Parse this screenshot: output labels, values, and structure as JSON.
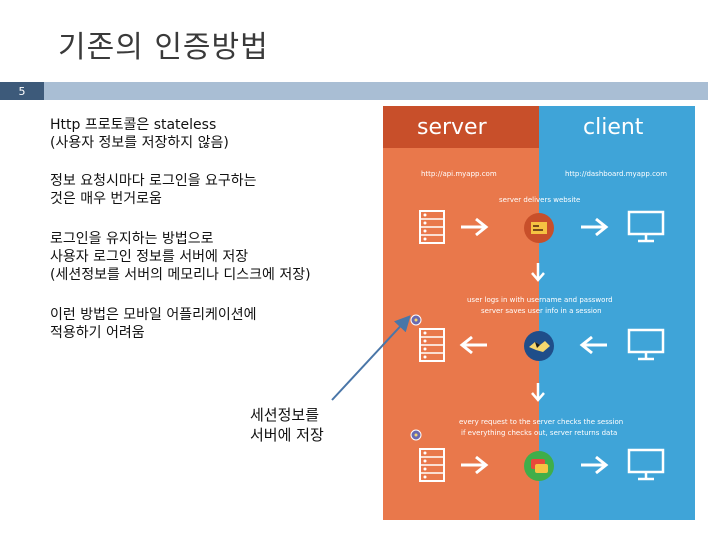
{
  "slide": {
    "title": "기존의 인증방법",
    "number": "5"
  },
  "bullets": [
    {
      "lines": [
        "Http 프로토콜은 stateless",
        "(사용자 정보를 저장하지 않음)"
      ]
    },
    {
      "lines": [
        "정보 요청시마다 로그인을 요구하는",
        "것은 매우 번거로움"
      ]
    },
    {
      "lines": [
        "로그인을 유지하는 방법으로",
        "사용자 로그인 정보를 서버에 저장",
        "(세션정보를 서버의 메모리나 디스크에 저장)"
      ]
    },
    {
      "lines": [
        "이런 방법은 모바일 어플리케이션에",
        "적용하기 어려움"
      ]
    }
  ],
  "note": {
    "lines": [
      "세션정보를",
      "서버에 저장"
    ]
  },
  "diagram": {
    "server_label": "server",
    "client_label": "client",
    "server_url": "http://api.myapp.com",
    "client_url": "http://dashboard.myapp.com",
    "step1": "server delivers website",
    "step2_a": "user logs in with username and password",
    "step2_b": "server saves user info in a session",
    "step3_a": "every request to the server checks the session",
    "step3_b": "if everything checks out, server returns data",
    "colors": {
      "server_panel": "#e9784b",
      "server_header": "#c84f2a",
      "client_panel": "#3fa4d8"
    }
  }
}
